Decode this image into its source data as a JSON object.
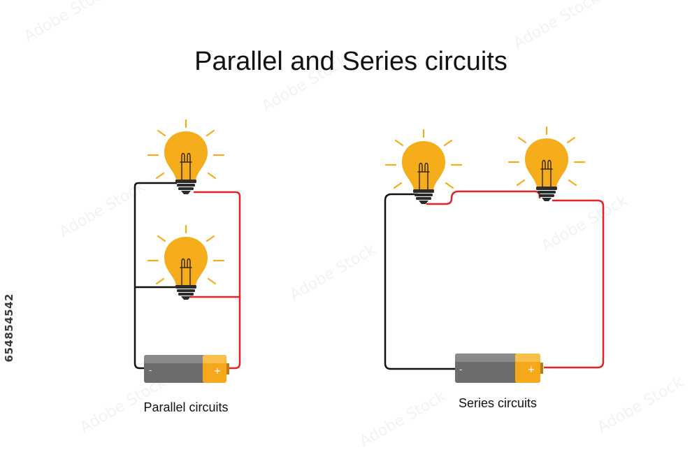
{
  "title": "Parallel and Series circuits",
  "parallel": {
    "caption": "Parallel circuits"
  },
  "series": {
    "caption": "Series circuits"
  },
  "battery": {
    "negative_symbol": "-",
    "positive_symbol": "+"
  },
  "stock_id": "654854542",
  "colors": {
    "bulb": "#f6ad1b",
    "bulb_rays": "#f6ad1b",
    "filament": "#3a2a10",
    "bulb_base": "#2b2b2b",
    "wire_negative": "#111111",
    "wire_positive": "#e42227",
    "battery_body": "#6d6d6d",
    "battery_cap": "#f5a81c",
    "text": "#111111"
  },
  "icons": [
    "light-bulb-icon",
    "battery-icon"
  ]
}
